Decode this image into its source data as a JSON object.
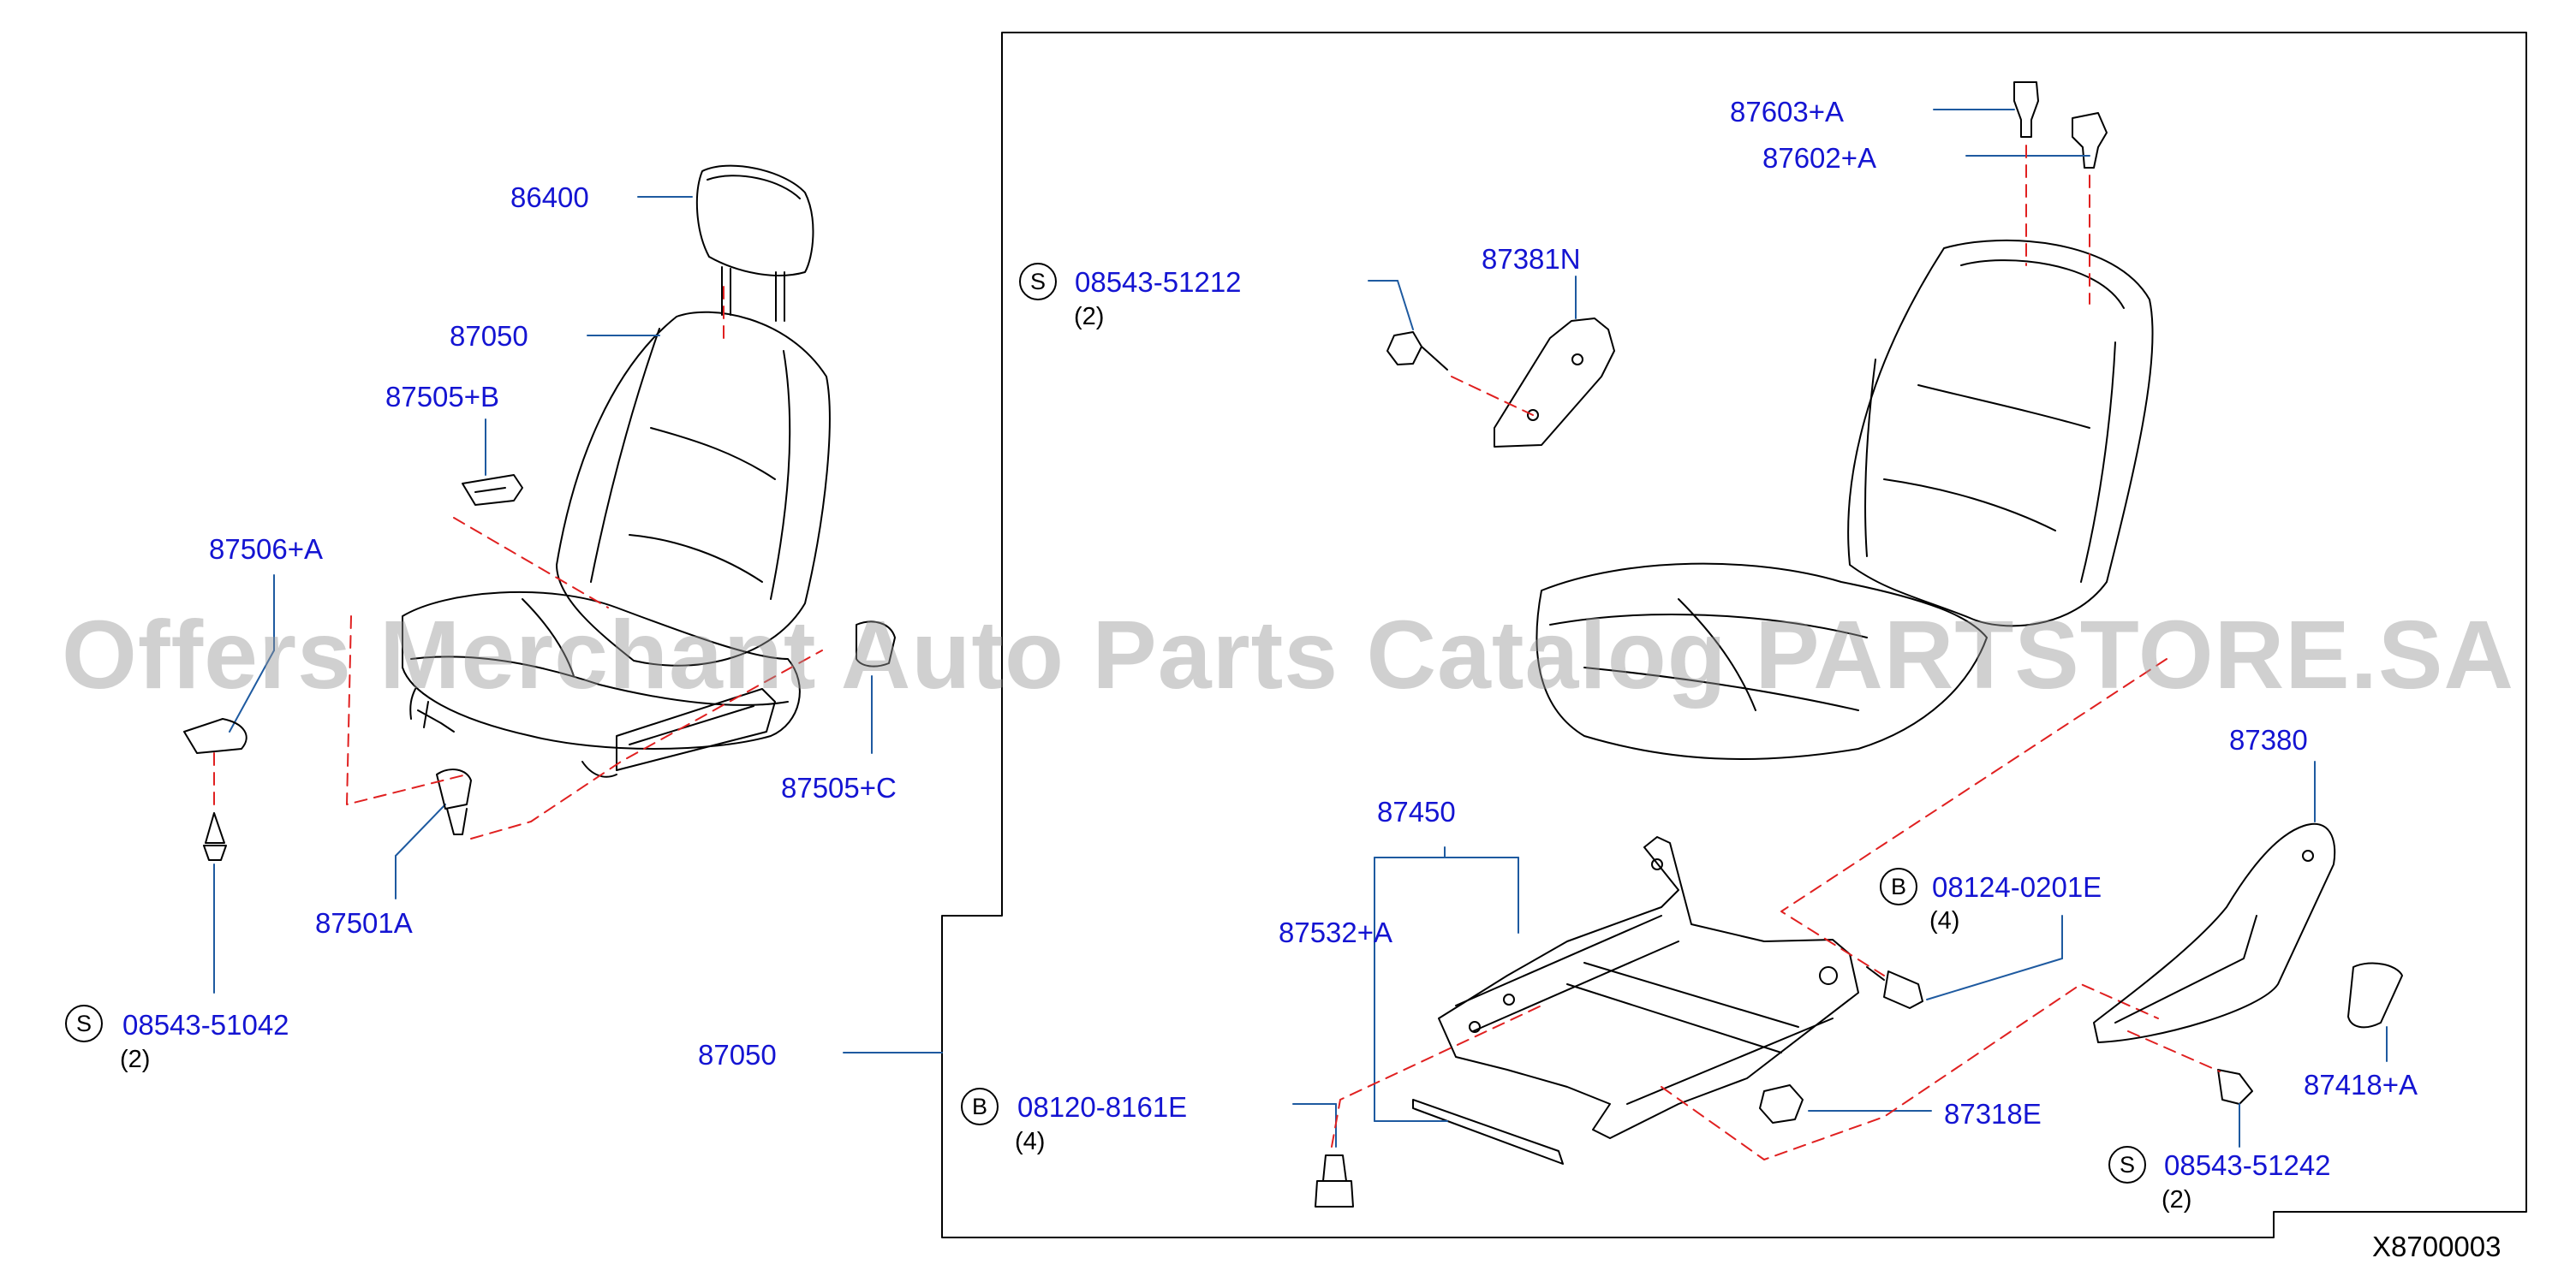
{
  "labels": {
    "p86400": "86400",
    "p87050_top": "87050",
    "p87505b": "87505+B",
    "p87506a": "87506+A",
    "p87505c": "87505+C",
    "p87501a": "87501A",
    "p87050_bottom": "87050",
    "p87603a": "87603+A",
    "p87602a": "87602+A",
    "p87381n": "87381N",
    "p87380": "87380",
    "p87450": "87450",
    "p87532a": "87532+A",
    "p87318e": "87318E",
    "p87418a": "87418+A"
  },
  "fasteners": {
    "f08543_51042": {
      "badge": "S",
      "part": "08543-51042",
      "qty": "(2)"
    },
    "f08543_51212": {
      "badge": "S",
      "part": "08543-51212",
      "qty": "(2)"
    },
    "f08124_0201e": {
      "badge": "B",
      "part": "08124-0201E",
      "qty": "(4)"
    },
    "f08120_8161e": {
      "badge": "B",
      "part": "08120-8161E",
      "qty": "(4)"
    },
    "f08543_51242": {
      "badge": "S",
      "part": "08543-51242",
      "qty": "(2)"
    }
  },
  "diagram_ref": "X8700003",
  "watermark": "Offers Merchant Auto Parts Catalog PARTSTORE.SA",
  "colors": {
    "label": "#1414d2",
    "leader": "#1e5aa0",
    "dash": "#e02020",
    "line": "#000000"
  }
}
